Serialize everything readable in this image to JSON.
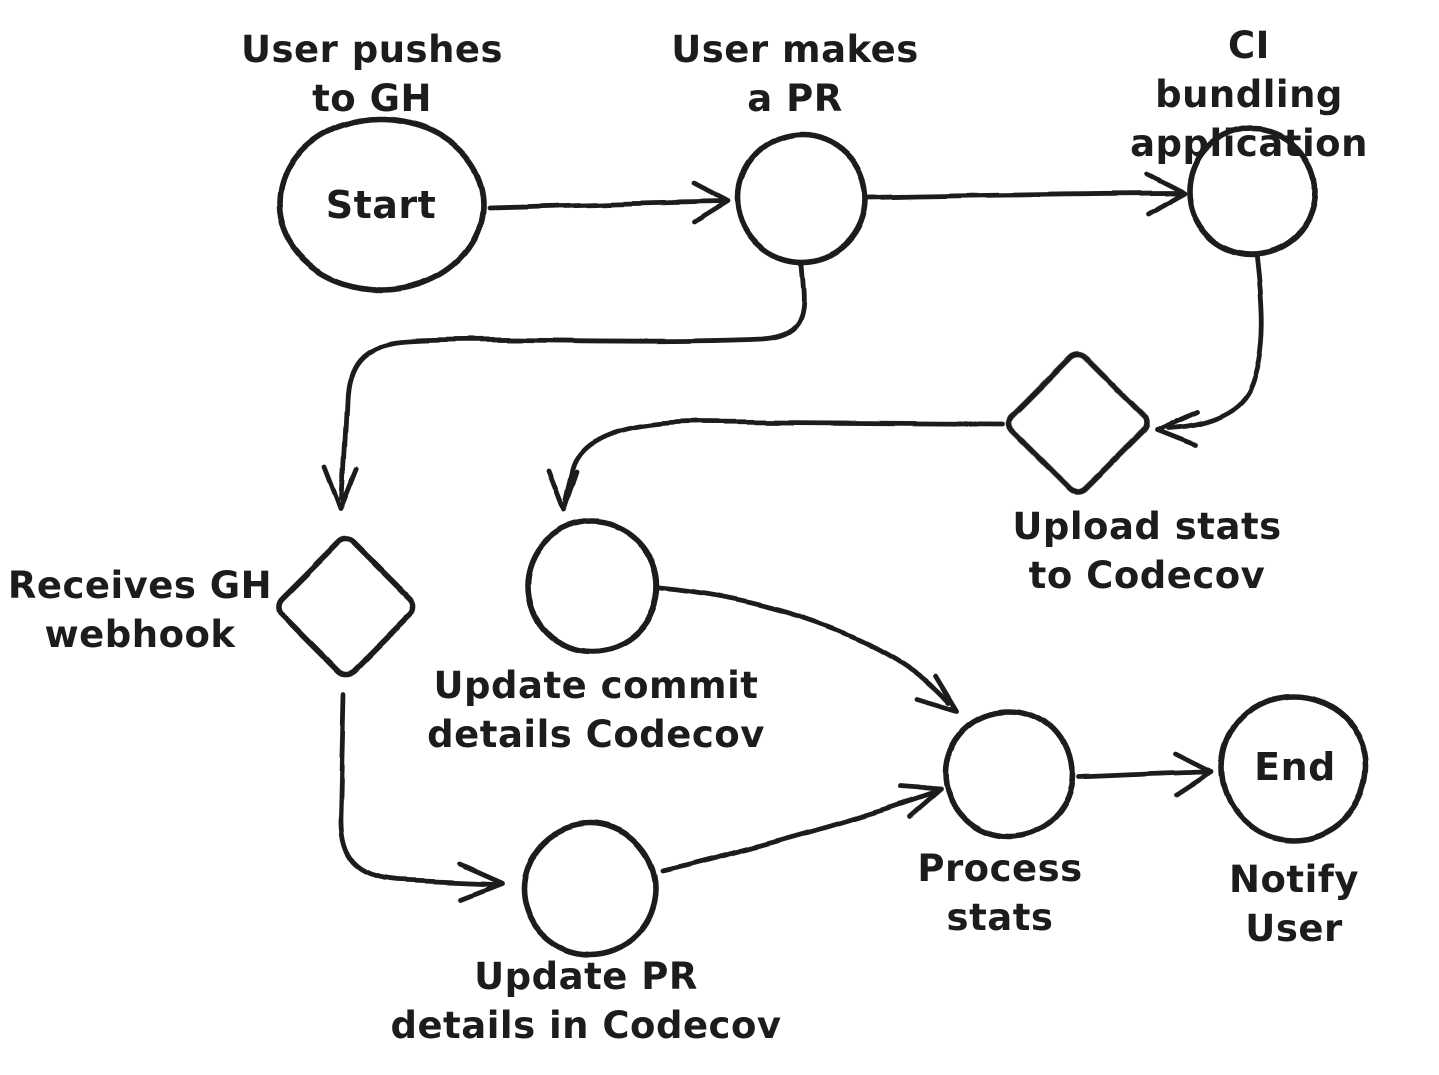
{
  "canvas": {
    "background": "#ffffff",
    "ink_color": "#1c1c1c",
    "style": "hand-drawn sketch flowchart"
  },
  "diagram": {
    "type": "flowchart",
    "nodes": [
      {
        "id": "start",
        "shape": "ellipse",
        "label": "Start",
        "caption": "User pushes\nto GH"
      },
      {
        "id": "user-makes-pr",
        "shape": "circle",
        "caption": "User makes\na PR"
      },
      {
        "id": "ci-bundling",
        "shape": "circle",
        "caption": "CI bundling\napplication"
      },
      {
        "id": "upload-stats",
        "shape": "diamond",
        "caption": "Upload stats\nto Codecov"
      },
      {
        "id": "receives-webhook",
        "shape": "diamond",
        "caption": "Receives GH\nwebhook"
      },
      {
        "id": "update-commit",
        "shape": "circle",
        "caption": "Update commit\ndetails Codecov"
      },
      {
        "id": "update-pr",
        "shape": "circle",
        "caption": "Update PR\ndetails in Codecov"
      },
      {
        "id": "process-stats",
        "shape": "circle",
        "caption": "Process\nstats"
      },
      {
        "id": "end",
        "shape": "circle",
        "label": "End",
        "caption": "Notify User"
      }
    ],
    "edges": [
      {
        "from": "start",
        "to": "user-makes-pr"
      },
      {
        "from": "user-makes-pr",
        "to": "ci-bundling"
      },
      {
        "from": "user-makes-pr",
        "to": "receives-webhook"
      },
      {
        "from": "ci-bundling",
        "to": "upload-stats"
      },
      {
        "from": "upload-stats",
        "to": "update-commit"
      },
      {
        "from": "receives-webhook",
        "to": "update-pr"
      },
      {
        "from": "update-commit",
        "to": "process-stats"
      },
      {
        "from": "update-pr",
        "to": "process-stats"
      },
      {
        "from": "process-stats",
        "to": "end"
      }
    ]
  }
}
